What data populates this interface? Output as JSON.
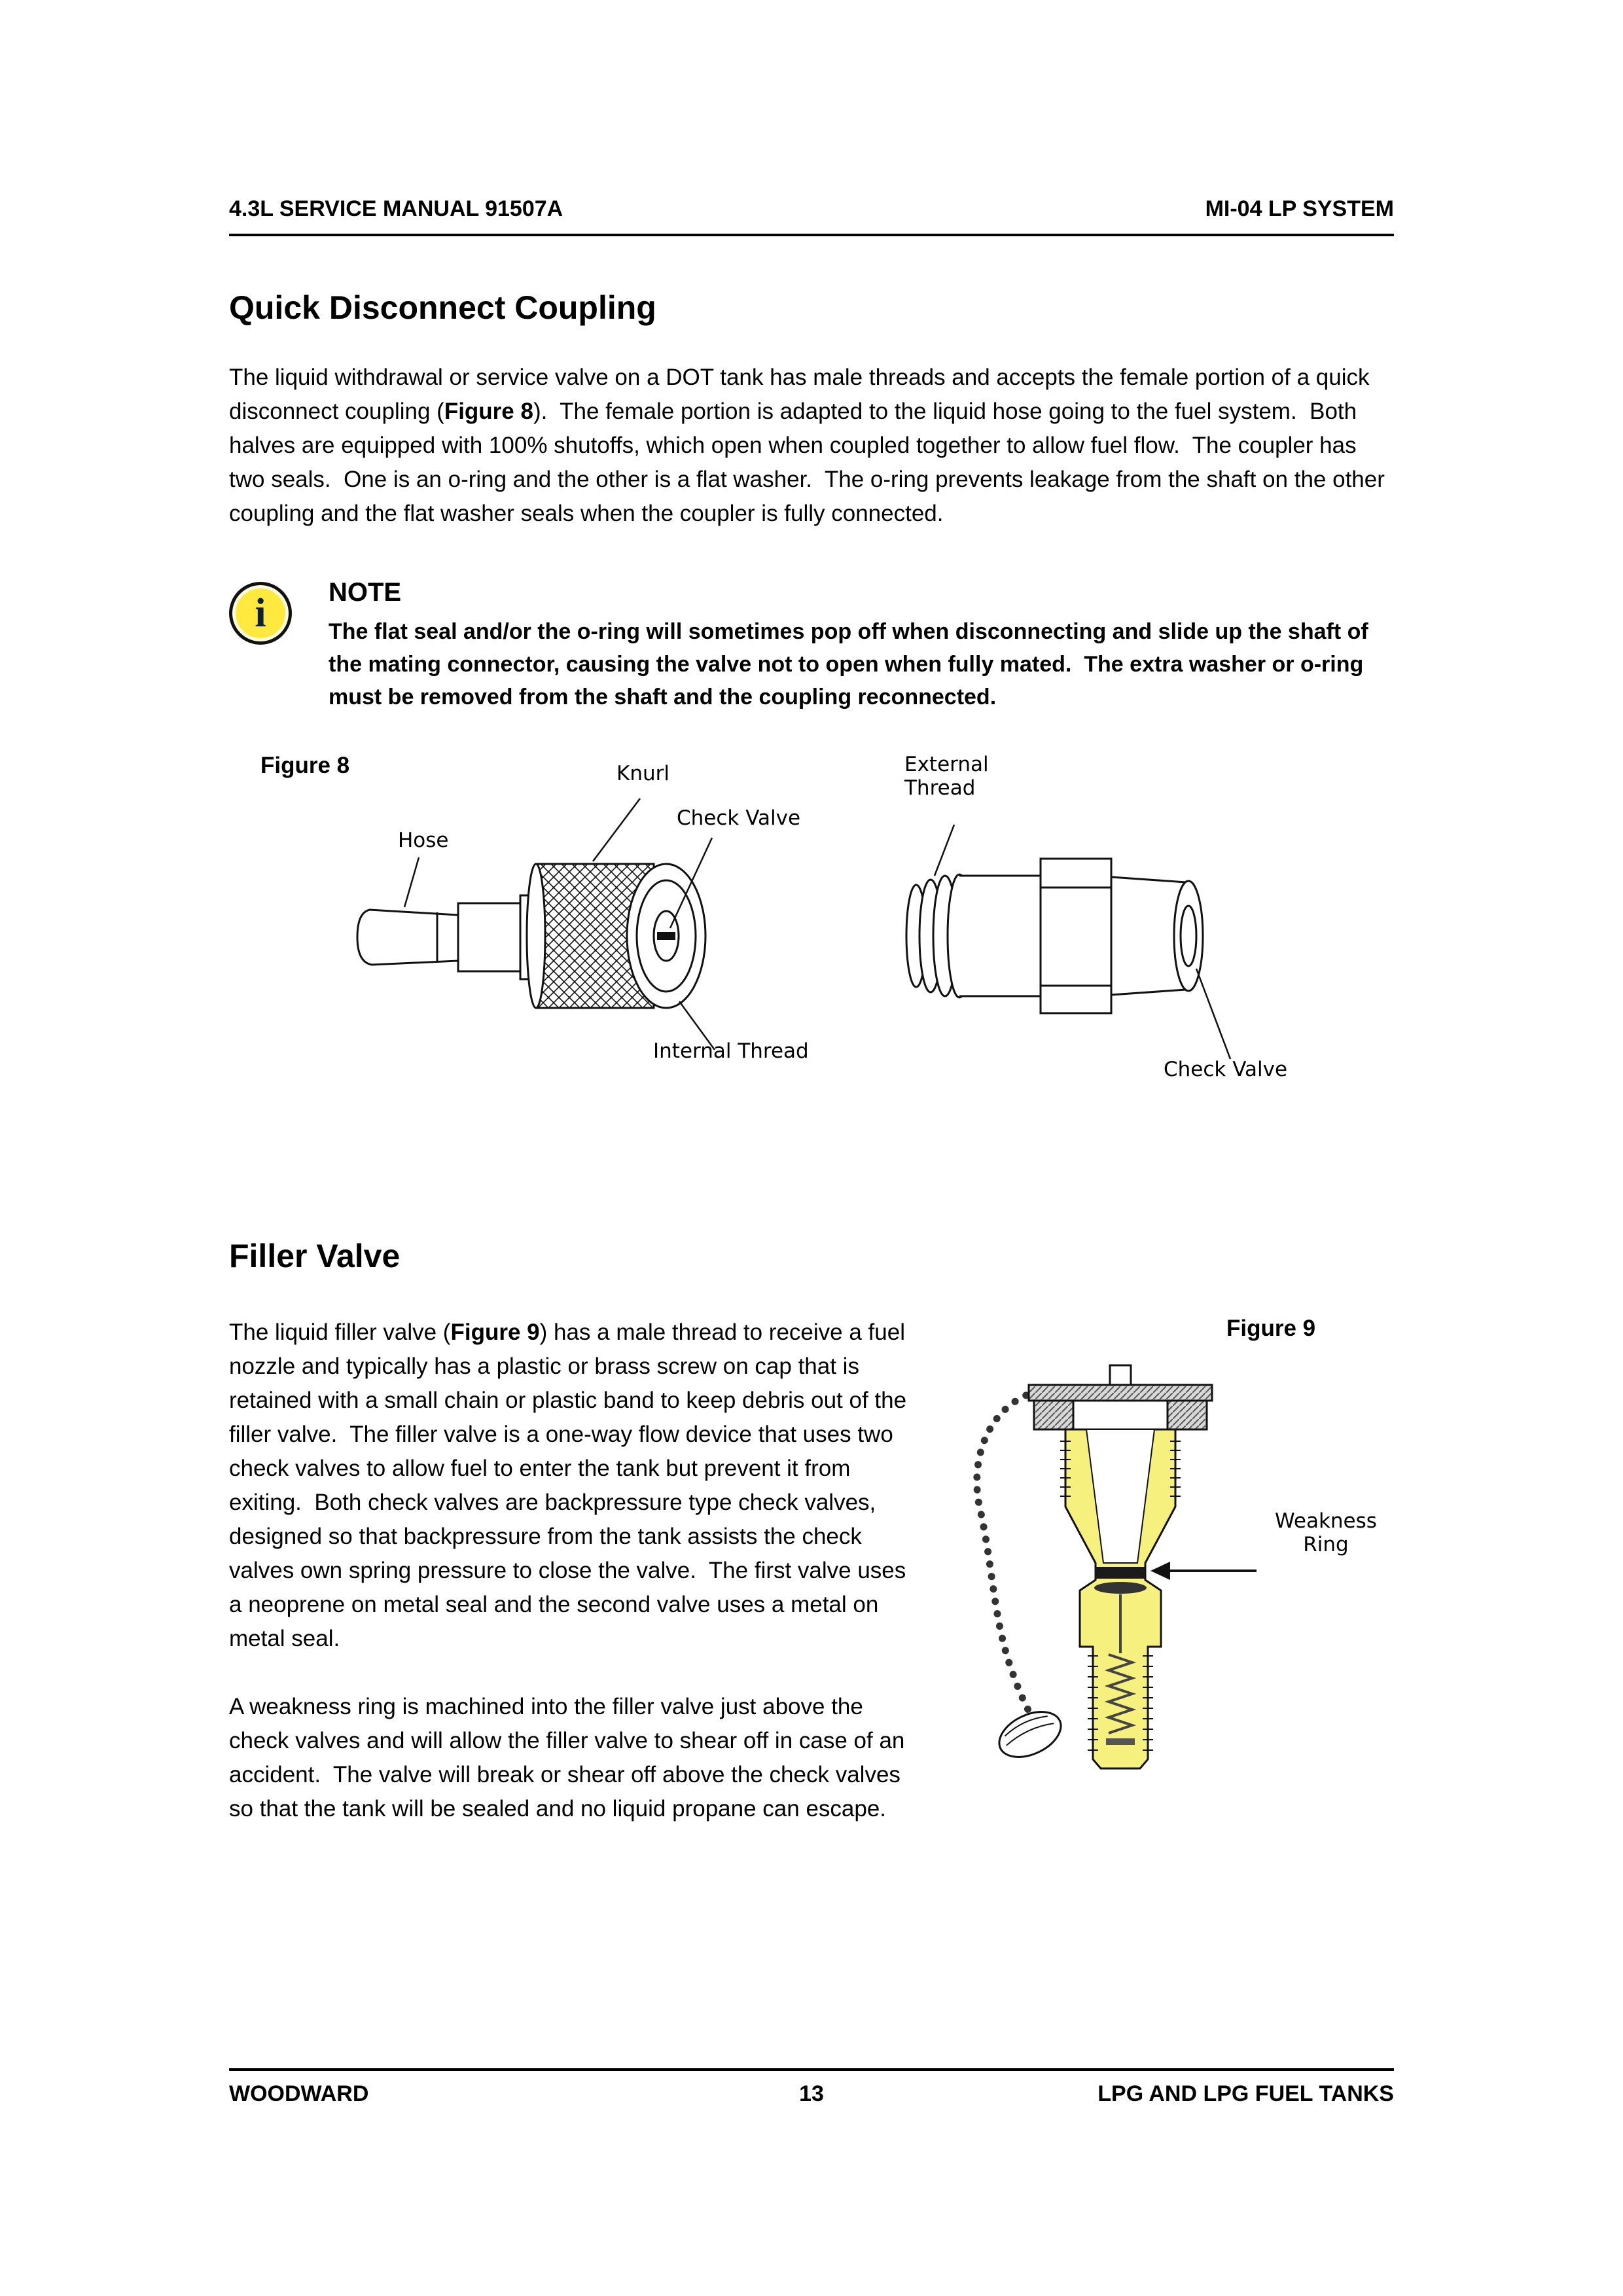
{
  "header": {
    "left": "4.3L SERVICE MANUAL 91507A",
    "right": "MI-04 LP SYSTEM"
  },
  "footer": {
    "left": "WOODWARD",
    "page_number": "13",
    "right": "LPG AND LPG FUEL TANKS"
  },
  "quick_disconnect": {
    "title": "Quick Disconnect Coupling",
    "paragraph": {
      "part1": "The liquid withdrawal or service valve on a DOT tank has male threads and accepts the female portion of a quick disconnect coupling (",
      "figure_ref": "Figure 8",
      "part2": ").  The female portion is adapted to the liquid hose going to the fuel system.  Both halves are equipped with 100% shutoffs, which open when coupled together to allow fuel flow.  The coupler has two seals.  One is an o-ring and the other is a flat washer.  The o-ring prevents leakage from the shaft on the other coupling and the flat washer seals when the coupler is fully connected."
    },
    "note": {
      "heading": "NOTE",
      "text": "The flat seal and/or the o-ring will sometimes pop off when disconnecting and slide up the shaft of the mating connector, causing the valve not to open when fully mated.  The extra washer or o-ring must be removed from the shaft and the coupling reconnected."
    },
    "figure8": {
      "label": "Figure 8",
      "callouts": {
        "knurl": "Knurl",
        "check_valve_left": "Check Valve",
        "hose": "Hose",
        "internal_thread": "Internal Thread",
        "external_thread": "External\nThread",
        "check_valve_right": "Check Valve"
      }
    }
  },
  "filler_valve": {
    "title": "Filler Valve",
    "paragraph1": {
      "part1": "The liquid filler valve (",
      "figure_ref": "Figure 9",
      "part2": ") has a male thread to receive a fuel nozzle and typically has a plastic or brass screw on cap that is retained with a small chain or plastic band to keep debris out of the filler valve.  The filler valve is a one-way flow device that uses two check valves to allow fuel to enter the tank but prevent it from exiting.  Both check valves are backpressure type check valves, designed so that backpressure from the tank assists the check valves own spring pressure to close the valve.  The first valve uses a neoprene on metal seal and the second valve uses a metal on metal seal."
    },
    "paragraph2": "A weakness ring is machined into the filler valve just above the check valves and will allow the filler valve to shear off in case of an accident.  The valve will break or shear off above the check valves so that the tank will be sealed and no liquid propane can escape.",
    "figure9": {
      "label": "Figure 9",
      "callouts": {
        "weakness_ring": "Weakness\nRing"
      }
    }
  },
  "icons": {
    "info_glyph": "i"
  },
  "colors": {
    "note_icon_yellow": "#ffe93f",
    "valve_highlight": "#f6f17e",
    "text": "#000000"
  }
}
